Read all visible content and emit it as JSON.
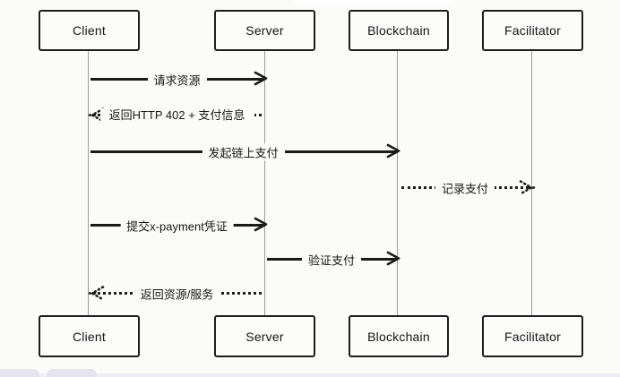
{
  "diagram": {
    "type": "sequence-diagram",
    "actors": [
      {
        "id": "client",
        "label": "Client"
      },
      {
        "id": "server",
        "label": "Server"
      },
      {
        "id": "blockchain",
        "label": "Blockchain"
      },
      {
        "id": "facilitator",
        "label": "Facilitator"
      }
    ],
    "messages": [
      {
        "from": "Client",
        "to": "Server",
        "label": "请求资源",
        "line": "solid",
        "arrow": "right"
      },
      {
        "from": "Server",
        "to": "Client",
        "label": "返回HTTP 402 + 支付信息",
        "line": "dotted",
        "arrow": "left"
      },
      {
        "from": "Client",
        "to": "Blockchain",
        "label": "发起链上支付",
        "line": "solid",
        "arrow": "right"
      },
      {
        "from": "Blockchain",
        "to": "Facilitator",
        "label": "记录支付",
        "line": "dotted",
        "arrow": "right"
      },
      {
        "from": "Client",
        "to": "Server",
        "label": "提交x-payment凭证",
        "line": "solid",
        "arrow": "right"
      },
      {
        "from": "Server",
        "to": "Blockchain",
        "label": "验证支付",
        "line": "solid",
        "arrow": "right"
      },
      {
        "from": "Server",
        "to": "Client",
        "label": "返回资源/服务",
        "line": "dotted",
        "arrow": "left"
      }
    ],
    "colors": {
      "stroke": "#1a1a1a",
      "lifeline": "#9a9a9a",
      "background": "#fbfbfa",
      "bottom_accent": "#e4e3ee"
    }
  }
}
